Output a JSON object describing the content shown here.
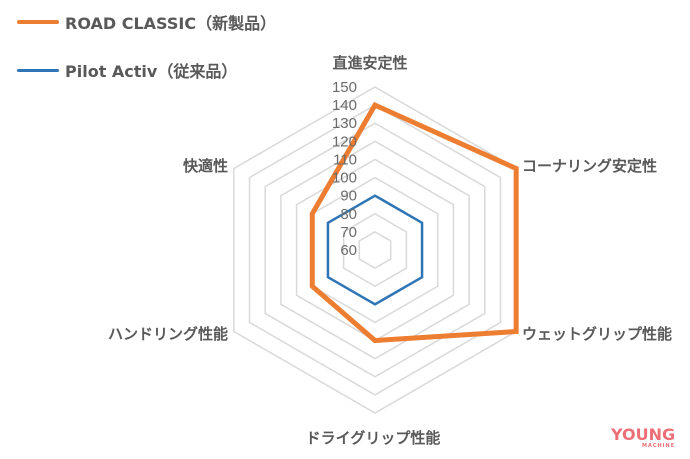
{
  "chart_data": {
    "type": "radar",
    "categories": [
      "直進安定性",
      "コーナリング安定性",
      "ウェットグリップ性能",
      "ドライグリップ性能",
      "ハンドリング性能",
      "快適性"
    ],
    "series": [
      {
        "name": "ROAD CLASSIC（新製品）",
        "color": "#ed7d31",
        "values": [
          140,
          150,
          150,
          110,
          100,
          100
        ]
      },
      {
        "name": "Pilot Activ（従来品）",
        "color": "#2e75b6",
        "values": [
          90,
          90,
          90,
          90,
          90,
          90
        ]
      }
    ],
    "rlim": [
      60,
      150
    ],
    "ticks": [
      "60",
      "70",
      "80",
      "90",
      "100",
      "110",
      "120",
      "130",
      "140",
      "150"
    ],
    "grid": true,
    "legend": "top-left"
  },
  "logo": {
    "text": "YOUNG",
    "subtext": "MACHINE"
  }
}
